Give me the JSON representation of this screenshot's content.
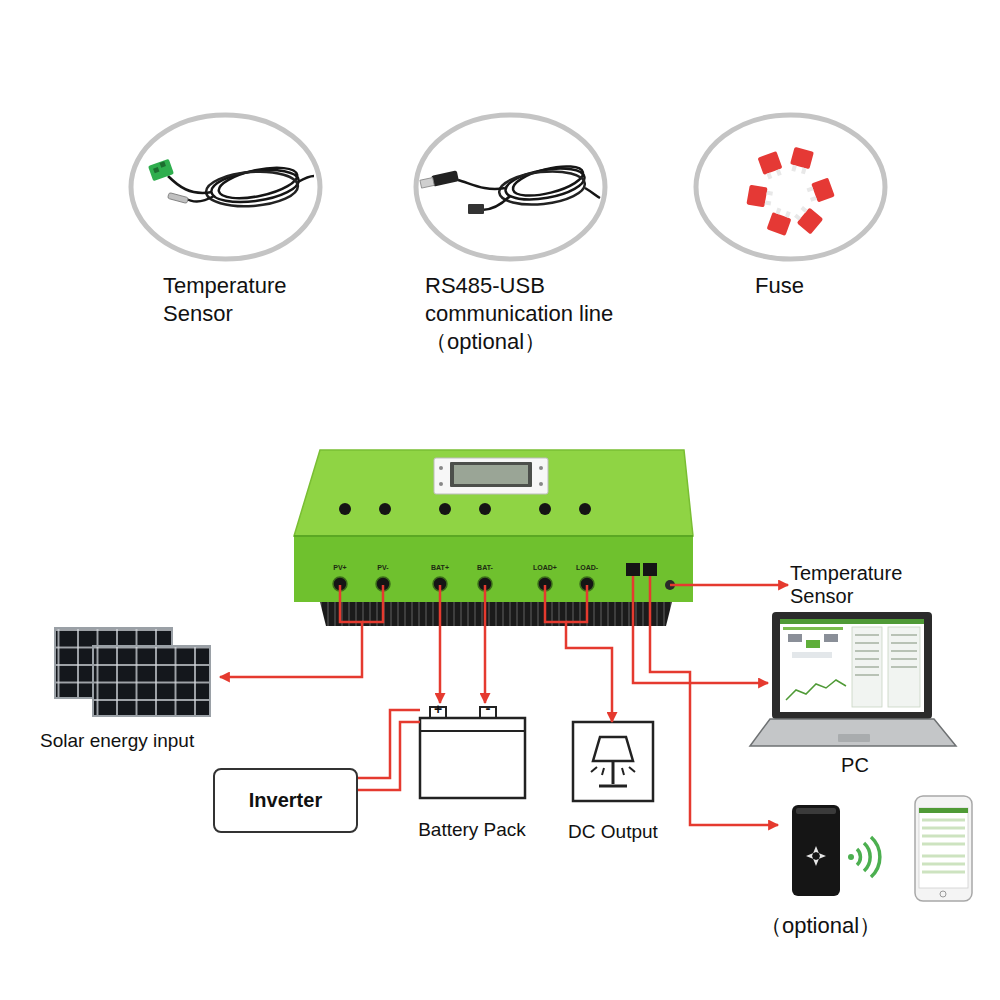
{
  "diagram": {
    "nodes": [
      {
        "text": [
          "Temperature Sensor"
        ]
      },
      {
        "text": [
          "RS485-USB communication line （optional）"
        ]
      },
      {
        "text": [
          "Fuse"
        ]
      },
      {
        "text": [
          "PV+",
          "PV-",
          "BAT+",
          "BAT-",
          "LOAD+",
          "LOAD-"
        ]
      },
      {
        "text": [
          "Solar energy input"
        ]
      },
      {
        "text": [
          "Inverter"
        ]
      },
      {
        "text": [
          "+",
          "-",
          "Battery Pack"
        ]
      },
      {
        "text": [
          "DC Output"
        ]
      },
      {
        "text": [
          "Temperature Sensor"
        ]
      },
      {
        "text": [
          "PC"
        ]
      },
      {
        "text": [
          "（optional）"
        ]
      }
    ],
    "edges": [
      {
        "from": 3,
        "to": 4,
        "arrow": "to"
      },
      {
        "from": 3,
        "to": 6,
        "arrow": "to"
      },
      {
        "from": 3,
        "to": 6,
        "arrow": "to"
      },
      {
        "from": 5,
        "to": 6,
        "arrow": "none"
      },
      {
        "from": 5,
        "to": 6,
        "arrow": "none"
      },
      {
        "from": 3,
        "to": 7,
        "arrow": "to"
      },
      {
        "from": 3,
        "to": 8,
        "arrow": "to"
      },
      {
        "from": 3,
        "to": 9,
        "arrow": "to"
      },
      {
        "from": 3,
        "to": 10,
        "arrow": "to"
      }
    ]
  }
}
